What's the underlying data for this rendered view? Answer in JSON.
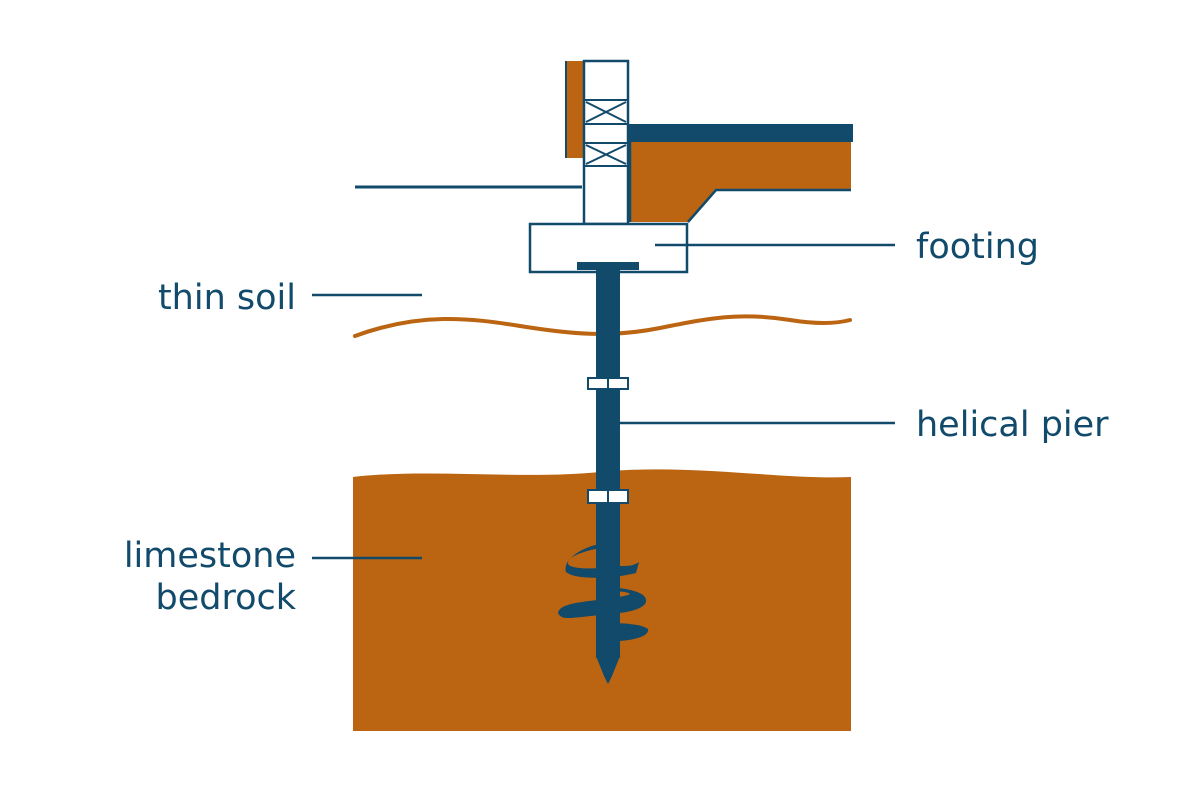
{
  "labels": {
    "footing": "footing",
    "thin_soil": "thin soil",
    "helical_pier": "helical pier",
    "bedrock_line1": "limestone",
    "bedrock_line2": "bedrock"
  },
  "colors": {
    "navy": "#114a6b",
    "rust": "#bb6512",
    "background": "#ffffff"
  }
}
